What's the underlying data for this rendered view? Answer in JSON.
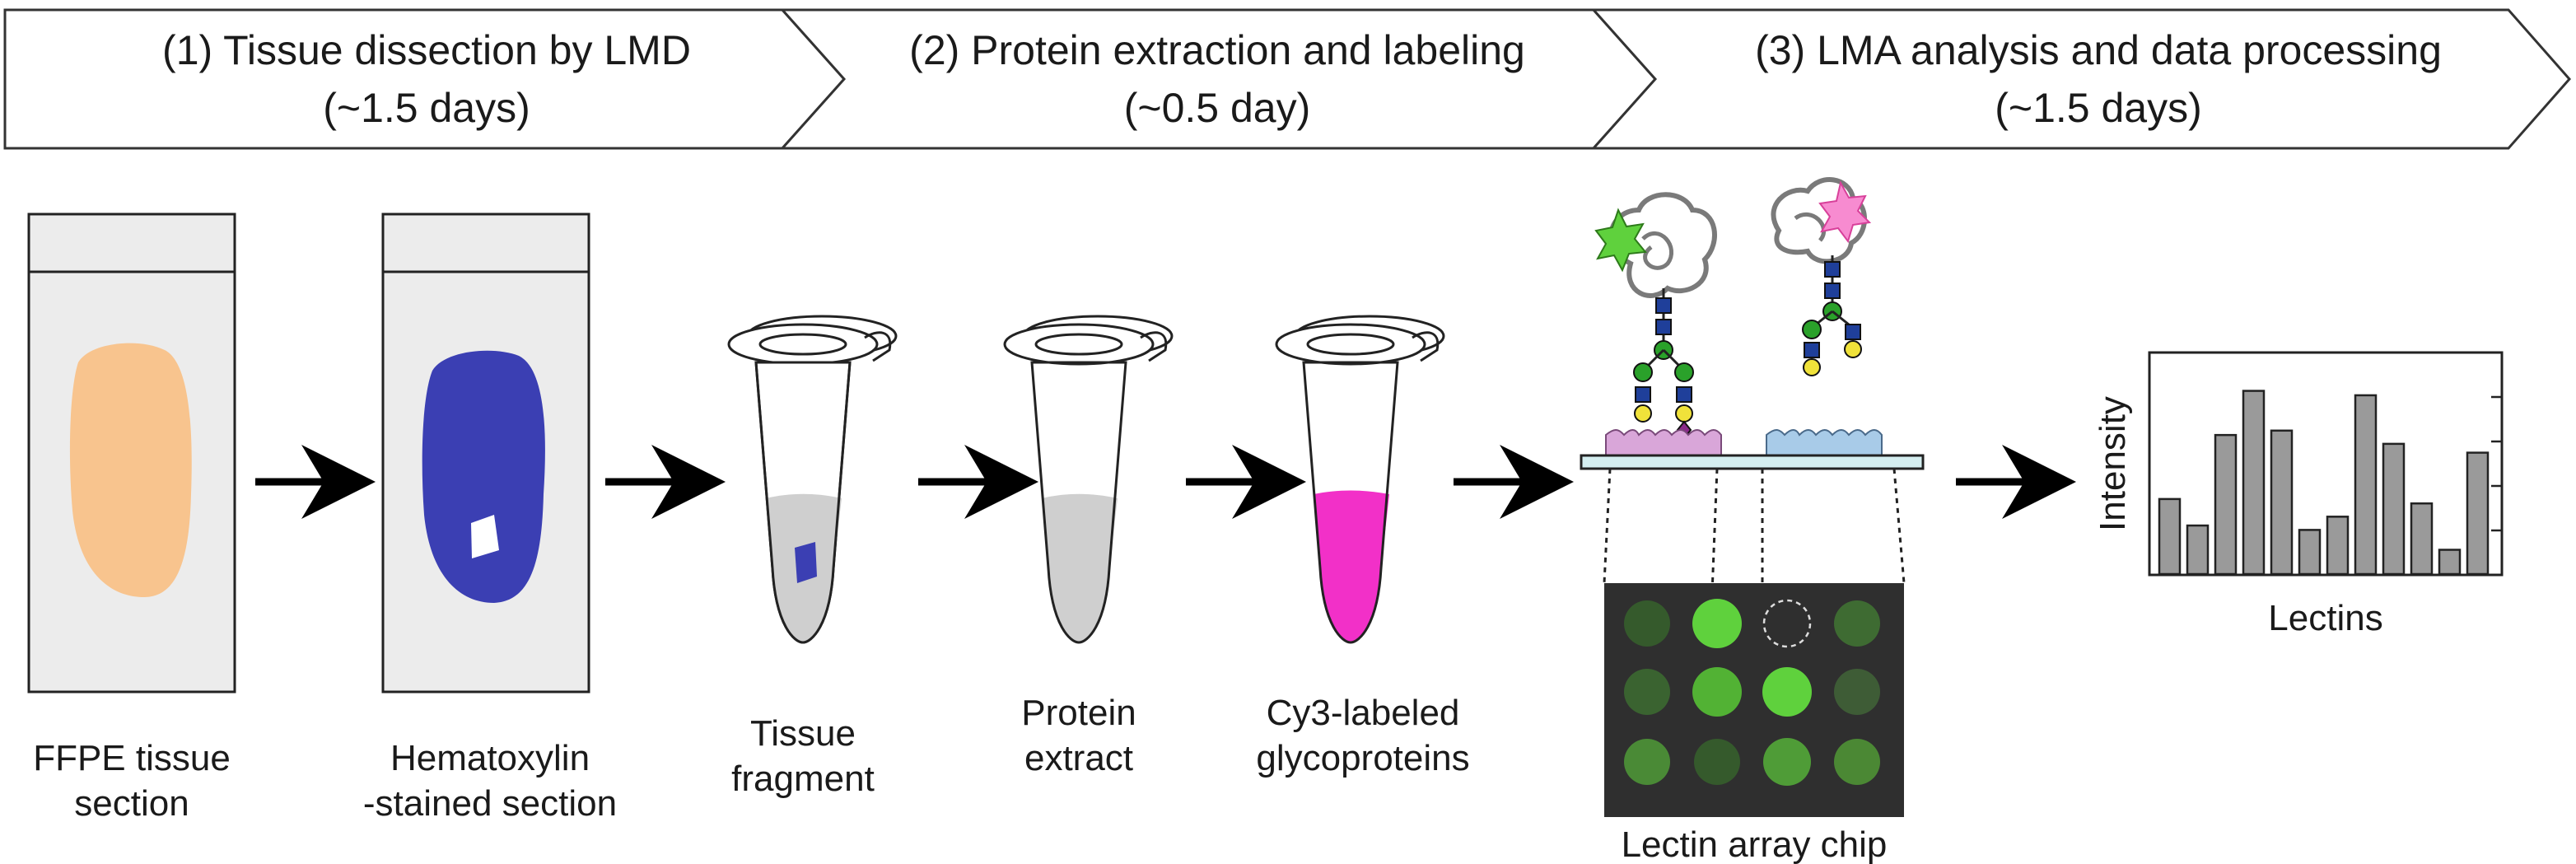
{
  "stages": [
    {
      "title": "(1) Tissue dissection by LMD",
      "duration": "(~1.5 days)"
    },
    {
      "title": "(2) Protein extraction and labeling",
      "duration": "(~0.5 day)"
    },
    {
      "title": "(3) LMA analysis and data processing",
      "duration": "(~1.5 days)"
    }
  ],
  "steps": {
    "ffpe": [
      "FFPE tissue",
      "section"
    ],
    "hema": [
      "Hematoxylin",
      "-stained section"
    ],
    "fragment": [
      "Tissue",
      "fragment"
    ],
    "extract": [
      "Protein",
      "extract"
    ],
    "cy3": [
      "Cy3-labeled",
      "glycoproteins"
    ],
    "chip": "Lectin array chip"
  },
  "colors": {
    "tissue_orange": "#f8c48e",
    "hematoxylin_blue": "#3b3fb3",
    "cy3_magenta": "#f230c8",
    "extract_grey": "#cfcfcf",
    "chip_dark": "#2f2f2f",
    "spot_green": "#5fd13d",
    "bar_grey": "#9a9a9a"
  },
  "chart_data": {
    "type": "bar",
    "xlabel": "Lectins",
    "ylabel": "Intensity",
    "values": [
      0.34,
      0.22,
      0.63,
      0.83,
      0.65,
      0.2,
      0.26,
      0.81,
      0.59,
      0.32,
      0.11,
      0.55
    ],
    "ylim": [
      0,
      1
    ]
  }
}
